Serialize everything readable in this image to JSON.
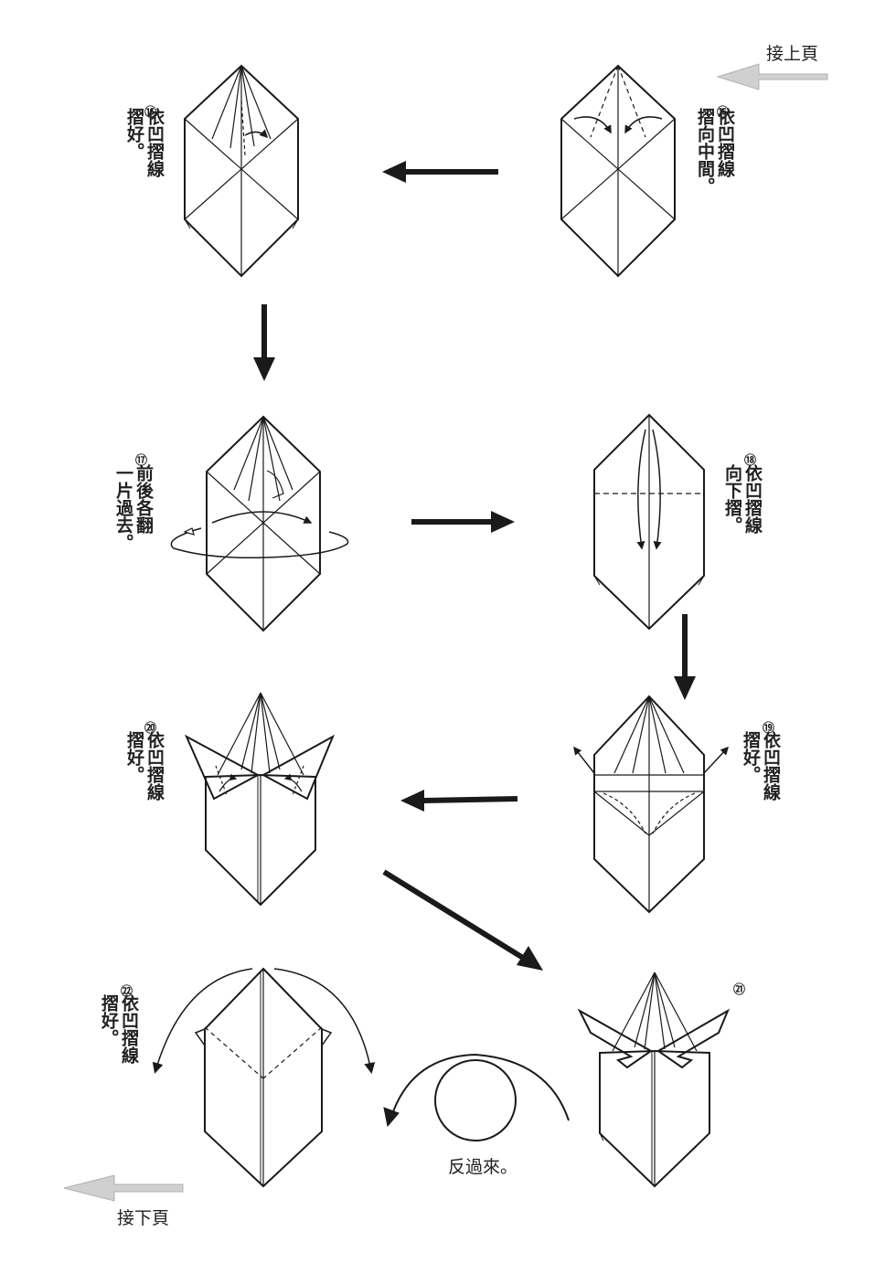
{
  "nav": {
    "continue_from_prev": "接上頁",
    "continue_to_next": "接下頁"
  },
  "steps": [
    {
      "number": "⑮",
      "text": [
        "依凹摺線",
        "摺向中間。"
      ]
    },
    {
      "number": "⑯",
      "text": [
        "依凹摺線",
        "摺好。"
      ]
    },
    {
      "number": "⑰",
      "text": [
        "前後各翻",
        "一片過去。"
      ]
    },
    {
      "number": "⑱",
      "text": [
        "依凹摺線",
        "向下摺。"
      ]
    },
    {
      "number": "⑲",
      "text": [
        "依凹摺線",
        "摺好。"
      ]
    },
    {
      "number": "⑳",
      "text": [
        "依凹摺線",
        "摺好。"
      ]
    },
    {
      "number": "㉑",
      "text": []
    },
    {
      "number": "㉒",
      "text": [
        "依凹摺線",
        "摺好。"
      ]
    }
  ],
  "flip_label": "反過來。",
  "colors": {
    "ink": "#1a1a1a",
    "nav_arrow": "#c8c8c8"
  }
}
